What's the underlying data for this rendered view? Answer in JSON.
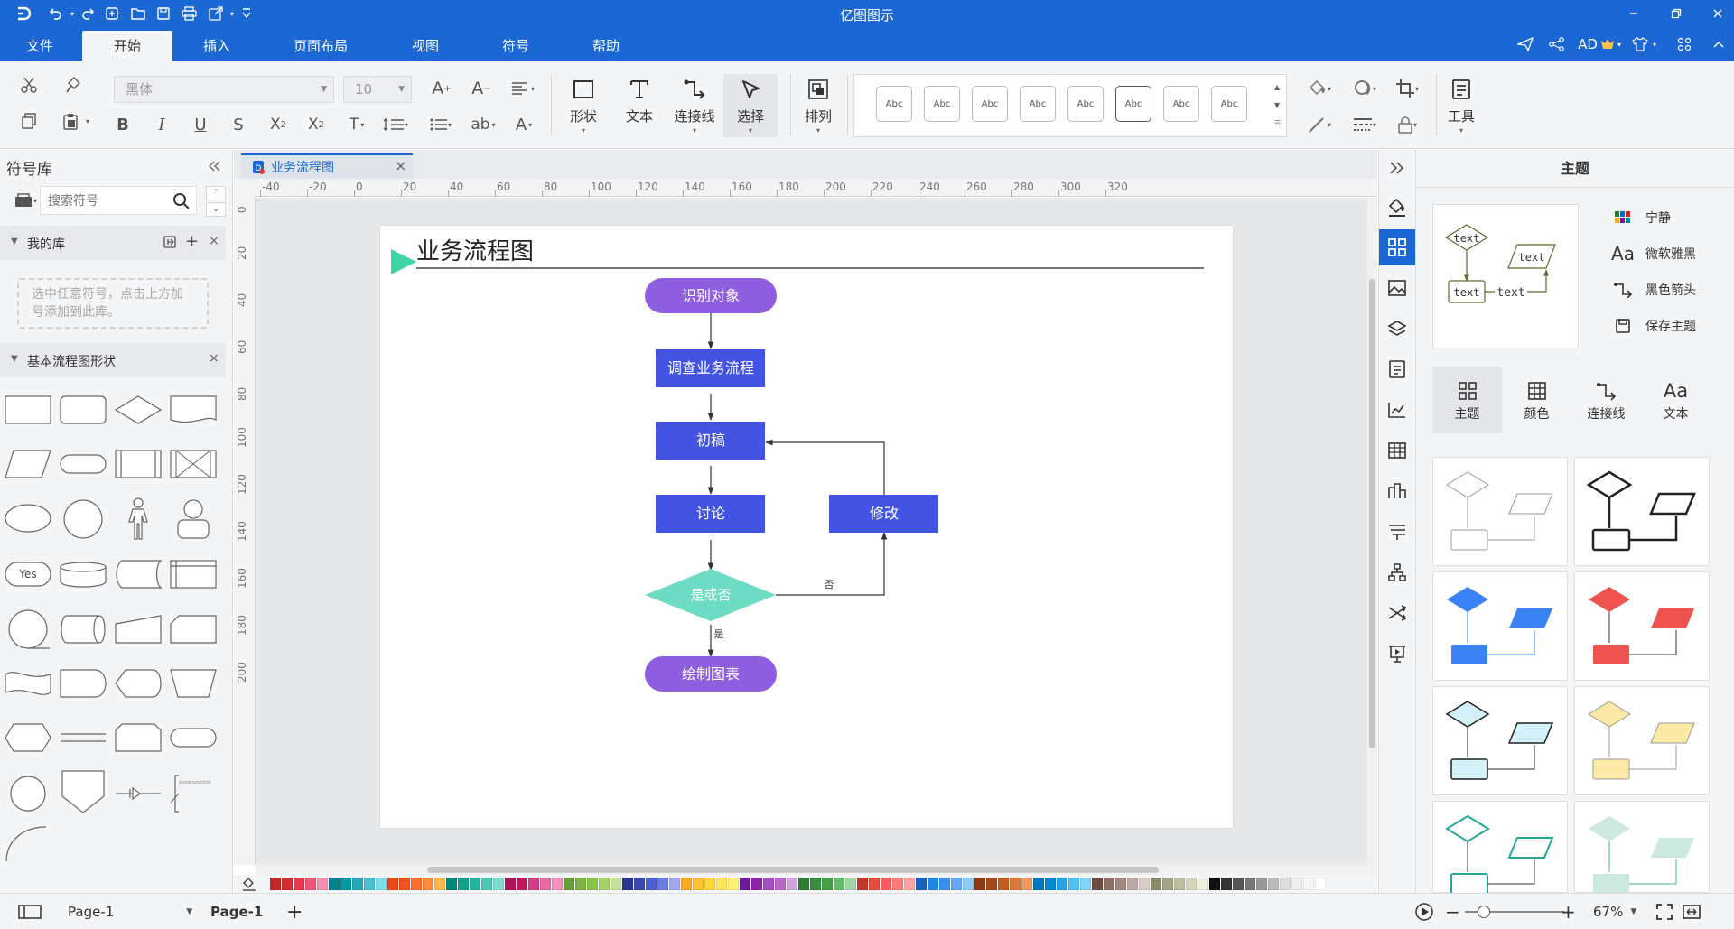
{
  "app": {
    "title": "亿图图示"
  },
  "menu": {
    "tabs": [
      "文件",
      "开始",
      "插入",
      "页面布局",
      "视图",
      "符号",
      "帮助"
    ],
    "active": "开始",
    "user": "AD"
  },
  "toolbar": {
    "font_family": "黑体",
    "font_size": "10",
    "big_buttons": [
      "形状",
      "文本",
      "连接线",
      "选择",
      "排列",
      "工具"
    ],
    "style_swatches": [
      "Abc",
      "Abc",
      "Abc",
      "Abc",
      "Abc",
      "Abc",
      "Abc",
      "Abc"
    ]
  },
  "library": {
    "title": "符号库",
    "search_placeholder": "搜索符号",
    "my_library": "我的库",
    "my_library_hint_line1": "选中任意符号，点击上方加",
    "my_library_hint_line2": "号添加到此库。",
    "basic_flowchart": "基本流程图形状",
    "shape_yes_label": "Yes",
    "shape_note_label": "Drag the side handles to change the width of the text block."
  },
  "document": {
    "tab_name": "业务流程图",
    "diagram_title": "业务流程图",
    "nodes": {
      "start": "识别对象",
      "survey": "调查业务流程",
      "draft": "初稿",
      "discuss": "讨论",
      "decision": "是或否",
      "revise": "修改",
      "end": "绘制图表"
    },
    "edge_labels": {
      "no": "否",
      "yes": "是"
    }
  },
  "rulers": {
    "h": [
      "-40",
      "-20",
      "0",
      "20",
      "40",
      "60",
      "80",
      "100",
      "120",
      "140",
      "160",
      "180",
      "200",
      "220",
      "240",
      "260",
      "280",
      "300",
      "320"
    ],
    "v": [
      "0",
      "20",
      "40",
      "60",
      "80",
      "100",
      "120",
      "140",
      "160",
      "180",
      "200"
    ]
  },
  "theme_panel": {
    "title": "主题",
    "preview_texts": [
      "text",
      "text",
      "text",
      "text"
    ],
    "options": [
      "宁静",
      "微软雅黑",
      "黑色箭头",
      "保存主题"
    ],
    "tabs": [
      "主题",
      "颜色",
      "连接线",
      "文本"
    ],
    "active_tab": "主题"
  },
  "status": {
    "page_selector": "Page-1",
    "active_page": "Page-1",
    "zoom": "67%"
  },
  "colors": {
    "brand": "#1b68d4",
    "node_purple": "#8e5ee0",
    "node_blue": "#4454e2",
    "node_teal": "#6edcc4",
    "title_marker": "#3fd3a5"
  },
  "palette": [
    "#c62828",
    "#d32f2f",
    "#e53950",
    "#ef5376",
    "#f48fb1",
    "#00838f",
    "#0097a7",
    "#26a6b7",
    "#4dc0cf",
    "#80deea",
    "#e64a19",
    "#f4511e",
    "#ff6d2d",
    "#ff8a3d",
    "#ffb74d",
    "#00897b",
    "#14a08d",
    "#26b39d",
    "#4dc7b3",
    "#80ddcd",
    "#ad1457",
    "#c2185b",
    "#d63d85",
    "#e86aa3",
    "#f48fc1",
    "#689f38",
    "#7cb342",
    "#8bc34a",
    "#a5d16b",
    "#c5e19a",
    "#283593",
    "#3949ab",
    "#4c5fd0",
    "#6b7de0",
    "#9fa8f0",
    "#f9a825",
    "#fbc02d",
    "#fdd835",
    "#ffe45c",
    "#fff176",
    "#6a1b9a",
    "#8e24aa",
    "#a54cc7",
    "#ba68c8",
    "#d6a3e0",
    "#2e7d32",
    "#388e3c",
    "#43a047",
    "#66bb6a",
    "#a5d6a7",
    "#c0392b",
    "#e74c3c",
    "#ff5a5f",
    "#ff7b7b",
    "#ffa3a3",
    "#1565c0",
    "#1e88e5",
    "#3f8ff0",
    "#64a8f5",
    "#90caf9",
    "#8d3b12",
    "#a84a18",
    "#c2601f",
    "#d97a3a",
    "#ef9a60",
    "#0277bd",
    "#0288d1",
    "#29a0e3",
    "#4fc3f7",
    "#81d4fa",
    "#6d4c41",
    "#8d6e63",
    "#a1887f",
    "#bcaaa4",
    "#d7ccc8",
    "#8a8a6b",
    "#a3a385",
    "#bdbda0",
    "#d6d6bc",
    "#eeeedc",
    "#111111",
    "#333333",
    "#555555",
    "#777777",
    "#999999",
    "#bbbbbb",
    "#dddddd",
    "#eeeeee",
    "#f7f7f7",
    "#ffffff"
  ]
}
